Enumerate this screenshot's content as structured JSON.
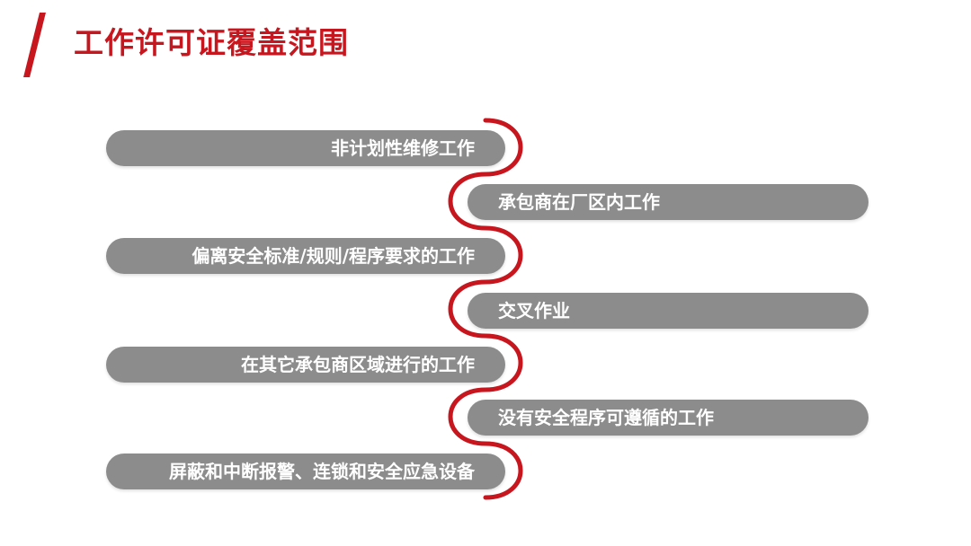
{
  "title": "工作许可证覆盖范围",
  "accent_color": "#c8161e",
  "pill_color": "#8c8c8c",
  "items": [
    "非计划性维修工作",
    "承包商在厂区内工作",
    "偏离安全标准/规则/程序要求的工作",
    "交叉作业",
    "在其它承包商区域进行的工作",
    "没有安全程序可遵循的工作",
    "屏蔽和中断报警、连锁和安全应急设备"
  ]
}
